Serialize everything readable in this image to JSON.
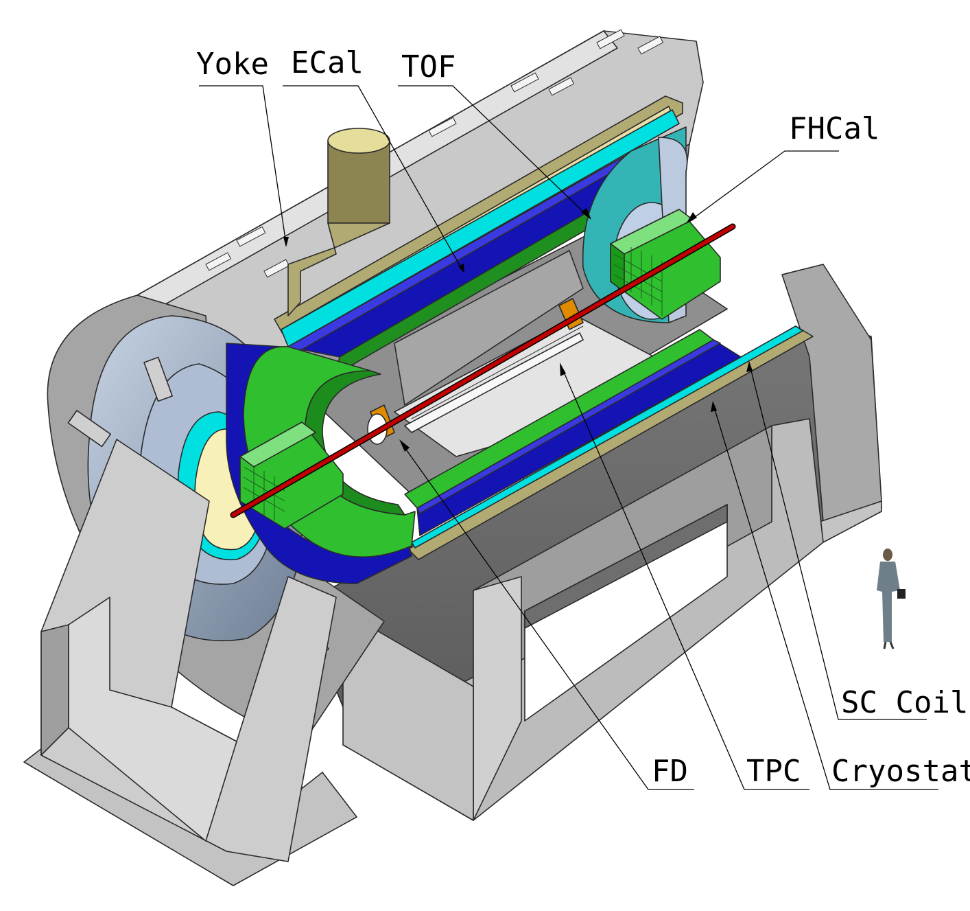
{
  "labels": {
    "yoke": "Yoke",
    "ecal": "ECal",
    "tof": "TOF",
    "fhcal": "FHCal",
    "sc_coil": "SC Coil",
    "fd": "FD",
    "tpc": "TPC",
    "cryostat": "Cryostat"
  },
  "colors": {
    "yoke": "#c8c8c8",
    "ecal_green": "#2fbf2f",
    "tof_blue": "#1414b4",
    "cyan": "#00e0e0",
    "coil_khaki": "#b2aa73",
    "beam_pipe": "#c00000",
    "fd_orange": "#e08a00"
  }
}
